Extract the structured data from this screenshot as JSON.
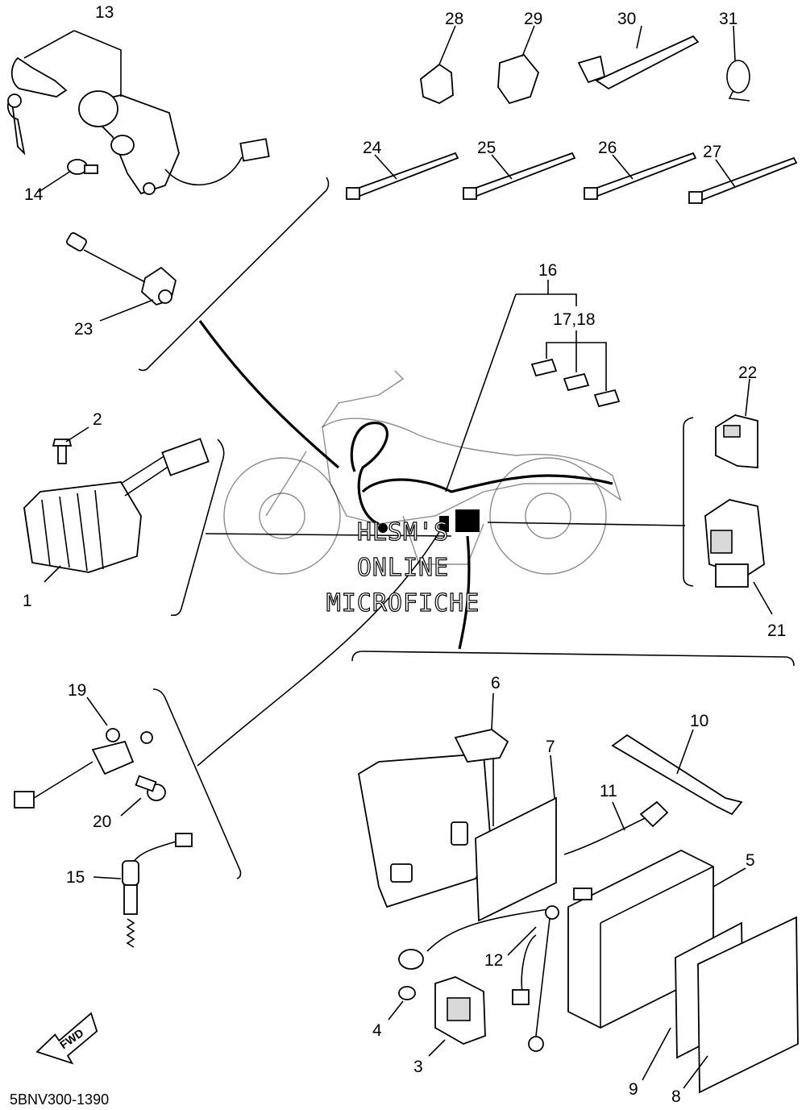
{
  "diagram": {
    "code": "5BNV300-1390",
    "fwd_label": "FWD",
    "watermark": [
      "HLSM'S",
      "ONLINE",
      "MICROFICHE"
    ],
    "callouts": [
      {
        "id": "c13",
        "text": "13"
      },
      {
        "id": "c14",
        "text": "14"
      },
      {
        "id": "c23",
        "text": "23"
      },
      {
        "id": "c2",
        "text": "2"
      },
      {
        "id": "c1",
        "text": "1"
      },
      {
        "id": "c19",
        "text": "19"
      },
      {
        "id": "c20",
        "text": "20"
      },
      {
        "id": "c15",
        "text": "15"
      },
      {
        "id": "c28",
        "text": "28"
      },
      {
        "id": "c29",
        "text": "29"
      },
      {
        "id": "c30",
        "text": "30"
      },
      {
        "id": "c31",
        "text": "31"
      },
      {
        "id": "c24",
        "text": "24"
      },
      {
        "id": "c25",
        "text": "25"
      },
      {
        "id": "c26",
        "text": "26"
      },
      {
        "id": "c27",
        "text": "27"
      },
      {
        "id": "c16",
        "text": "16"
      },
      {
        "id": "c1718",
        "text": "17,18"
      },
      {
        "id": "c22",
        "text": "22"
      },
      {
        "id": "c21",
        "text": "21"
      },
      {
        "id": "c6",
        "text": "6"
      },
      {
        "id": "c7",
        "text": "7"
      },
      {
        "id": "c10",
        "text": "10"
      },
      {
        "id": "c11",
        "text": "11"
      },
      {
        "id": "c5",
        "text": "5"
      },
      {
        "id": "c12",
        "text": "12"
      },
      {
        "id": "c4",
        "text": "4"
      },
      {
        "id": "c3",
        "text": "3"
      },
      {
        "id": "c9",
        "text": "9"
      },
      {
        "id": "c8",
        "text": "8"
      }
    ]
  }
}
